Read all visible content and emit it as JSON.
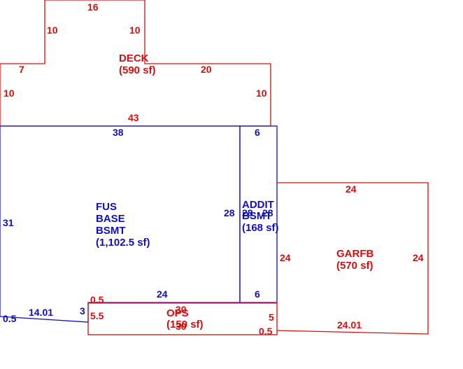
{
  "colors": {
    "deck": "#d01010",
    "basement": "#1010b8",
    "garage": "#d01010",
    "porch": "#d01010"
  },
  "deck": {
    "label": [
      "DECK",
      "(590 sf)"
    ],
    "dims": [
      "16",
      "10",
      "10",
      "7",
      "20",
      "10",
      "10",
      "43"
    ]
  },
  "fus": {
    "label": [
      "FUS",
      "BASE",
      "BSMT",
      "(1,102.5 sf)"
    ],
    "dims": [
      "38",
      "31",
      "28",
      "24",
      "14.01",
      "3",
      "0.5"
    ]
  },
  "addit": {
    "label": [
      "ADDIT",
      "BSMT",
      "(168 sf)"
    ],
    "dims": [
      "6",
      "28",
      "28",
      "6"
    ]
  },
  "garage": {
    "label": [
      "GARFB",
      "(570 sf)"
    ],
    "dims": [
      "24",
      "24",
      "24",
      "24.01",
      "5",
      "0.5"
    ]
  },
  "porch": {
    "label": [
      "OPS",
      "(150 sf)"
    ],
    "dims": [
      "0.5",
      "5.5",
      "30",
      "30"
    ]
  }
}
